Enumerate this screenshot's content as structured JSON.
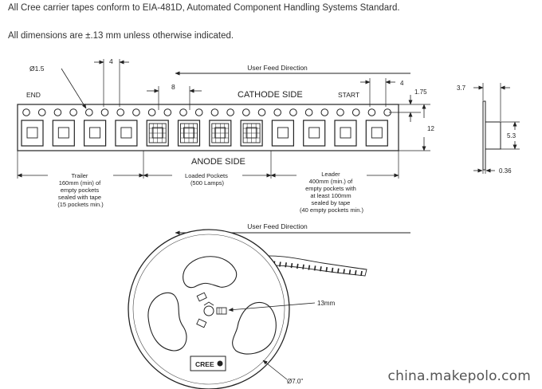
{
  "header": {
    "line1": "All Cree carrier tapes conform to EIA-481D, Automated Component Handling Systems Standard.",
    "line2": "All dimensions are ±.13 mm unless otherwise indicated."
  },
  "tape": {
    "feed_direction_top": "User Feed Direction",
    "end_label": "END",
    "start_label": "START",
    "cathode_label": "CATHODE SIDE",
    "anode_label": "ANODE SIDE",
    "hole_dia": "Ø1.5",
    "hole_pitch": "4",
    "pocket_pitch": "8",
    "start_pitch": "4",
    "edge_offset": "1.75",
    "tape_width": "12",
    "trailer": [
      "Trailer",
      "160mm (min) of",
      "empty pockets",
      "sealed with tape",
      "(15 pockets min.)"
    ],
    "loaded": [
      "Loaded Pockets",
      "(500 Lamps)"
    ],
    "leader": [
      "Leader",
      "400mm (min.) of",
      "empty pockets with",
      "at least 100mm",
      "sealed by tape",
      "(40 empty pockets min.)"
    ]
  },
  "side_view": {
    "width": "3.7",
    "height": "5.3",
    "thickness": "0.36"
  },
  "reel": {
    "feed_direction": "User Feed Direction",
    "hub": "13mm",
    "diameter": "Ø7.0\"",
    "logo": "CREE"
  },
  "watermark": "china.makepolo.com"
}
